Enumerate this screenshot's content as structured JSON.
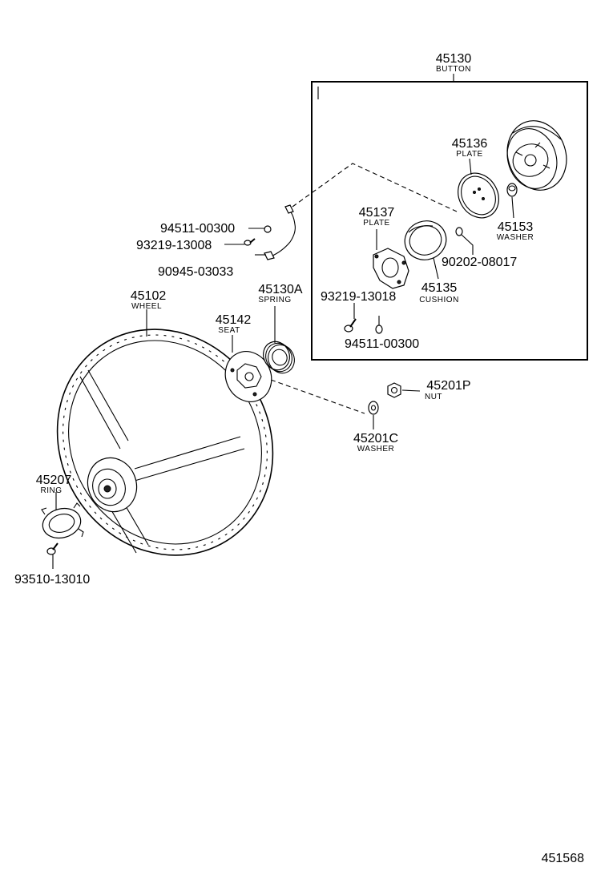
{
  "callouts": {
    "c45130": {
      "num": "45130",
      "sub": "BUTTON"
    },
    "c45136": {
      "num": "45136",
      "sub": "PLATE"
    },
    "c45153": {
      "num": "45153",
      "sub": "WASHER"
    },
    "c45137": {
      "num": "45137",
      "sub": "PLATE"
    },
    "c45135": {
      "num": "45135",
      "sub": "CUSHION"
    },
    "c90202": {
      "num": "90202-08017"
    },
    "c93219b": {
      "num": "93219-13018"
    },
    "c94511b": {
      "num": "94511-00300"
    },
    "c94511a": {
      "num": "94511-00300"
    },
    "c93219a": {
      "num": "93219-13008"
    },
    "c90945": {
      "num": "90945-03033"
    },
    "c45102": {
      "num": "45102",
      "sub": "WHEEL"
    },
    "c45142": {
      "num": "45142",
      "sub": "SEAT"
    },
    "c45130A": {
      "num": "45130A",
      "sub": "SPRING"
    },
    "c45201P": {
      "num": "45201P",
      "sub": "NUT"
    },
    "c45201C": {
      "num": "45201C",
      "sub": "WASHER"
    },
    "c45207": {
      "num": "45207",
      "sub": "RING"
    },
    "c93510": {
      "num": "93510-13010"
    }
  },
  "diagram_id": "451568"
}
